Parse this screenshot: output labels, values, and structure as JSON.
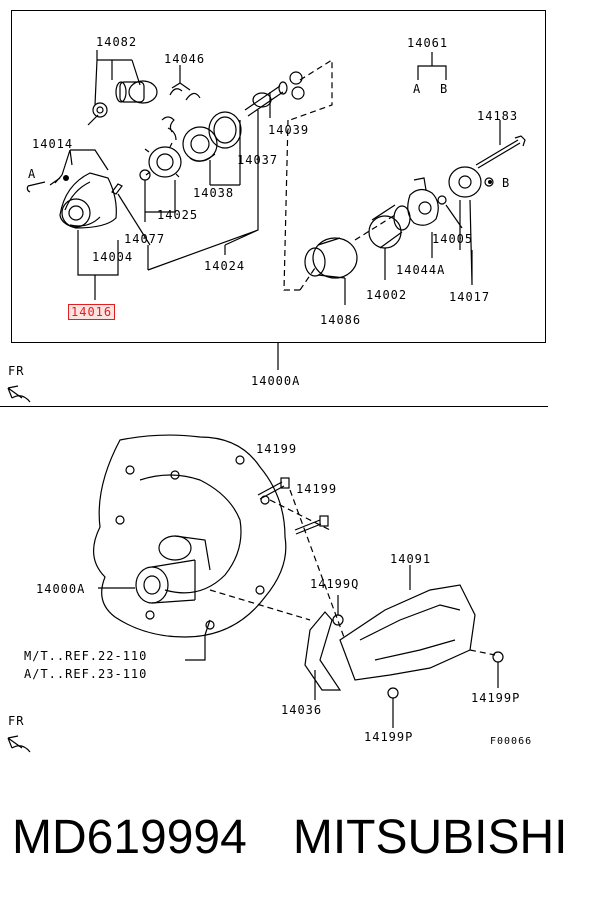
{
  "top": {
    "labels": {
      "p14082": "14082",
      "p14046": "14046",
      "p14061": "14061",
      "p14061a": "A",
      "p14061b": "B",
      "p14014": "14014",
      "p14014a": "A",
      "p14039": "14039",
      "p14183": "14183",
      "p14037": "14037",
      "p14038": "14038",
      "p14025": "14025",
      "p14077": "14077",
      "p14004": "14004",
      "p14024": "14024",
      "p14016": "14016",
      "p14005": "14005",
      "p14044A": "14044A",
      "p14002": "14002",
      "p14017": "14017",
      "p14017b": "B",
      "p14086": "14086"
    },
    "assembly": "14000A",
    "fr": "FR"
  },
  "bottom": {
    "labels": {
      "p14199a": "14199",
      "p14199b": "14199",
      "p14091": "14091",
      "p14000A": "14000A",
      "p14199Q": "14199Q",
      "mt_ref": "M/T..REF.22-110",
      "at_ref": "A/T..REF.23-110",
      "p14036": "14036",
      "p14199P_a": "14199P",
      "p14199P_b": "14199P",
      "fig_code": "F00066"
    },
    "fr": "FR"
  },
  "footer": {
    "part_number": "MD619994",
    "brand": "MITSUBISHI"
  },
  "colors": {
    "line": "#000000",
    "highlight": "#e02020"
  }
}
